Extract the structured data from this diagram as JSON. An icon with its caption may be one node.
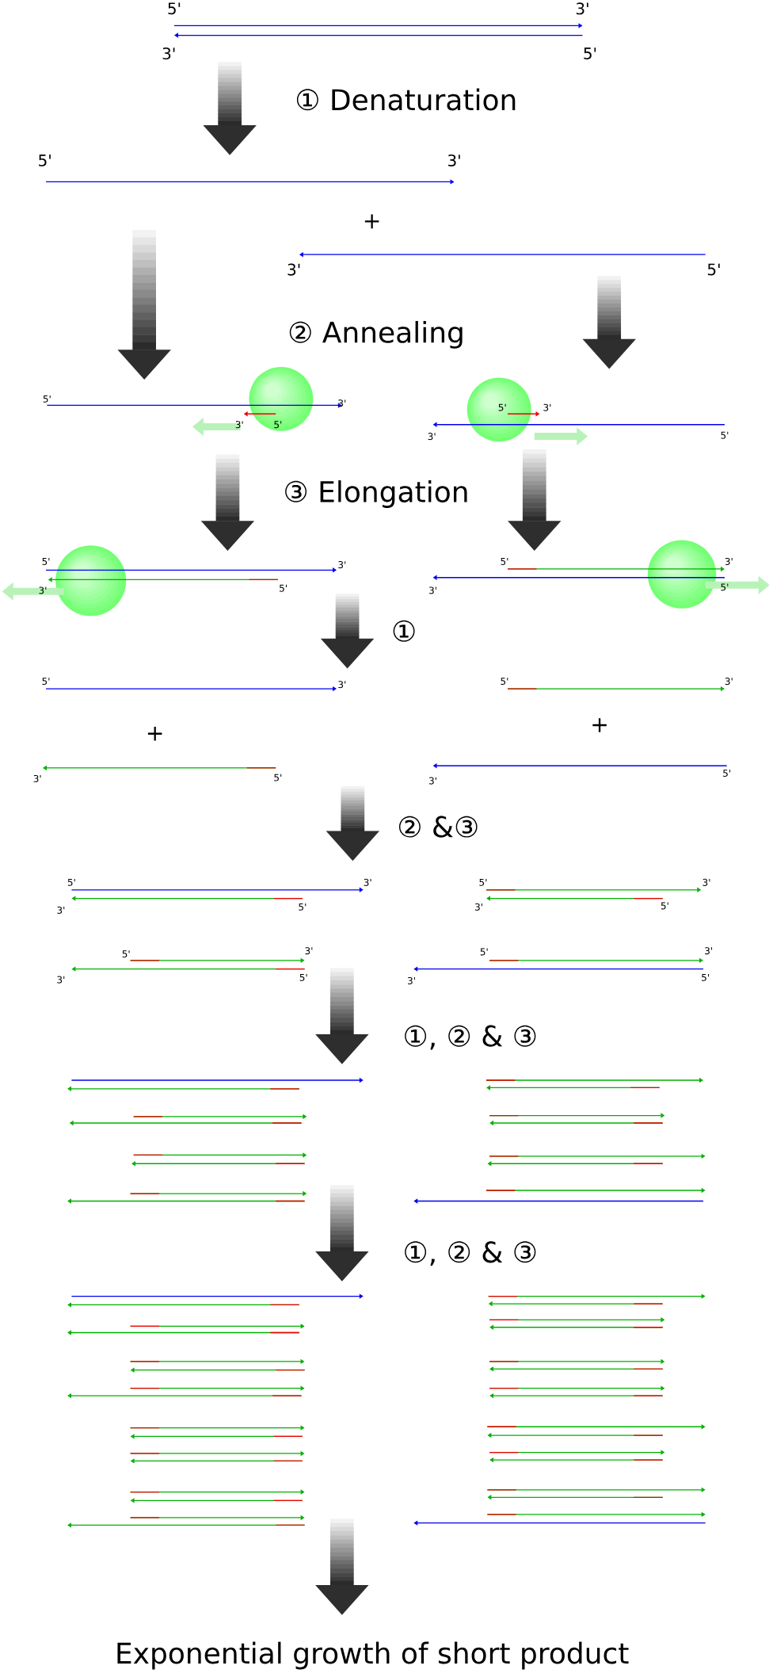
{
  "diagram": {
    "labels": [
      "5'",
      "3'",
      "3'",
      "5'",
      "① Denaturation",
      "5'",
      "3'",
      "+",
      "3'",
      "5'",
      "② Annealing",
      "5'",
      "3'",
      "5'",
      "3'",
      "3'",
      "5'",
      "3'",
      "5'",
      "③ Elongation",
      "5'",
      "3'",
      "3'",
      "5'",
      "5'",
      "3'",
      "3'",
      "5'",
      "①",
      "5'",
      "3'",
      "5'",
      "3'",
      "+",
      "+",
      "3'",
      "5'",
      "3'",
      "5'",
      "② &③",
      "5'",
      "3'",
      "5'",
      "3'",
      "3'",
      "5'",
      "3'",
      "5'",
      "5'",
      "3'",
      "5'",
      "3'",
      "3'",
      "5'",
      "3'",
      "5'",
      "①, ② & ③",
      "①, ② & ③",
      "Exponential growth of short product"
    ]
  }
}
